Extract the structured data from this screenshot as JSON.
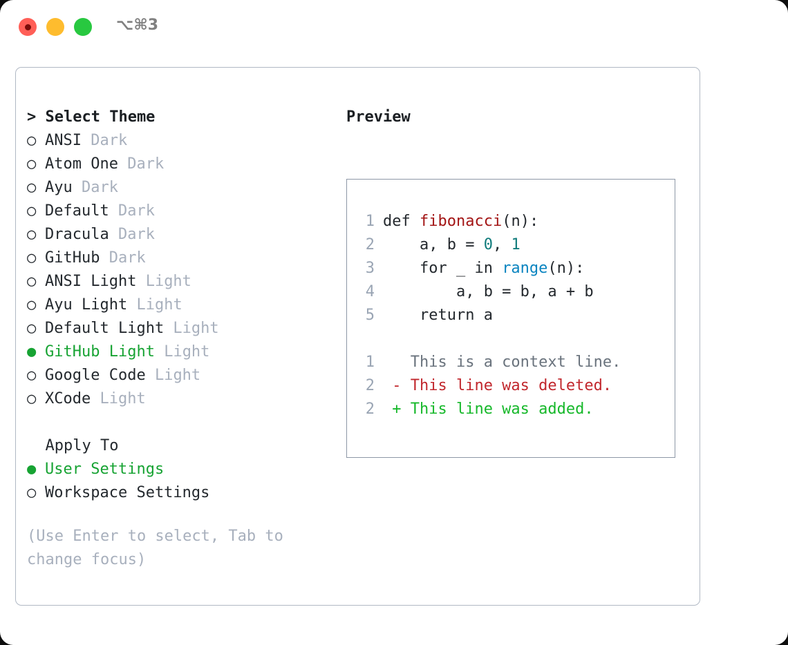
{
  "titlebar": {
    "shortcut": "⌥⌘3",
    "buttons": [
      "close",
      "minimize",
      "maximize"
    ]
  },
  "theme_picker": {
    "heading": "Select Theme",
    "heading_prefix": "> ",
    "marker_selected": "●",
    "marker_unselected": "○",
    "selection_color": "#17a333",
    "badge_color": "#a8b0bd",
    "items": [
      {
        "name": "ANSI",
        "badge": "Dark",
        "selected": false
      },
      {
        "name": "Atom One",
        "badge": "Dark",
        "selected": false
      },
      {
        "name": "Ayu",
        "badge": "Dark",
        "selected": false
      },
      {
        "name": "Default",
        "badge": "Dark",
        "selected": false
      },
      {
        "name": "Dracula",
        "badge": "Dark",
        "selected": false
      },
      {
        "name": "GitHub",
        "badge": "Dark",
        "selected": false
      },
      {
        "name": "ANSI Light",
        "badge": "Light",
        "selected": false
      },
      {
        "name": "Ayu Light",
        "badge": "Light",
        "selected": false
      },
      {
        "name": "Default Light",
        "badge": "Light",
        "selected": false
      },
      {
        "name": "GitHub Light",
        "badge": "Light",
        "selected": true
      },
      {
        "name": "Google Code",
        "badge": "Light",
        "selected": false
      },
      {
        "name": "XCode",
        "badge": "Light",
        "selected": false
      }
    ]
  },
  "apply_to": {
    "heading": "Apply To",
    "items": [
      {
        "name": "User Settings",
        "selected": true
      },
      {
        "name": "Workspace Settings",
        "selected": false
      }
    ]
  },
  "hint": "(Use Enter to select, Tab to change focus)",
  "preview": {
    "title": "Preview",
    "code_lines": [
      {
        "number": "1",
        "tokens": [
          {
            "text": "def ",
            "style": "plain"
          },
          {
            "text": "fibonacci",
            "style": "fn"
          },
          {
            "text": "(n):",
            "style": "plain"
          }
        ]
      },
      {
        "number": "2",
        "tokens": [
          {
            "text": "    a, b = ",
            "style": "plain"
          },
          {
            "text": "0",
            "style": "num"
          },
          {
            "text": ", ",
            "style": "plain"
          },
          {
            "text": "1",
            "style": "num"
          }
        ]
      },
      {
        "number": "3",
        "tokens": [
          {
            "text": "    for _ in ",
            "style": "plain"
          },
          {
            "text": "range",
            "style": "call"
          },
          {
            "text": "(n):",
            "style": "plain"
          }
        ]
      },
      {
        "number": "4",
        "tokens": [
          {
            "text": "        a, b = b, a + b",
            "style": "plain"
          }
        ]
      },
      {
        "number": "5",
        "tokens": [
          {
            "text": "    return a",
            "style": "plain"
          }
        ]
      }
    ],
    "diff_lines": [
      {
        "number": "1",
        "sign": " ",
        "text": " This is a context line.",
        "kind": "ctx"
      },
      {
        "number": "2",
        "sign": "-",
        "text": " This line was deleted.",
        "kind": "del"
      },
      {
        "number": "2",
        "sign": "+",
        "text": " This line was added.",
        "kind": "add"
      }
    ],
    "colors": {
      "function": "#a31515",
      "number": "#0f7b7b",
      "call": "#0a84c0",
      "context": "#6a737d",
      "deleted": "#c1272d",
      "added": "#16b82a",
      "line_number": "#9aa5b4"
    }
  }
}
